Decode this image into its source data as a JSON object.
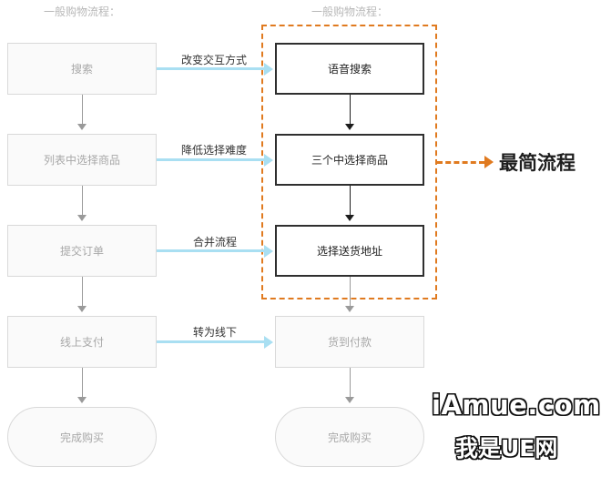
{
  "headings": {
    "left": "一般购物流程：",
    "right": "一般购物流程："
  },
  "left_steps": [
    "搜索",
    "列表中选择商品",
    "提交订单",
    "线上支付",
    "完成购买"
  ],
  "right_steps": [
    "语音搜索",
    "三个中选择商品",
    "选择送货地址",
    "货到付款",
    "完成购买"
  ],
  "connector_labels": [
    "改变交互方式",
    "降低选择难度",
    "合并流程",
    "转为线下"
  ],
  "side_title": "最简流程",
  "watermark": {
    "line1": "iAmue.com",
    "line2": "我是UE网"
  },
  "colors": {
    "highlight_frame": "#e07a1f",
    "connector_arrow": "#a9dff2",
    "light_box_border": "#d9d9d9",
    "dark_box_border": "#2f2f2f"
  }
}
